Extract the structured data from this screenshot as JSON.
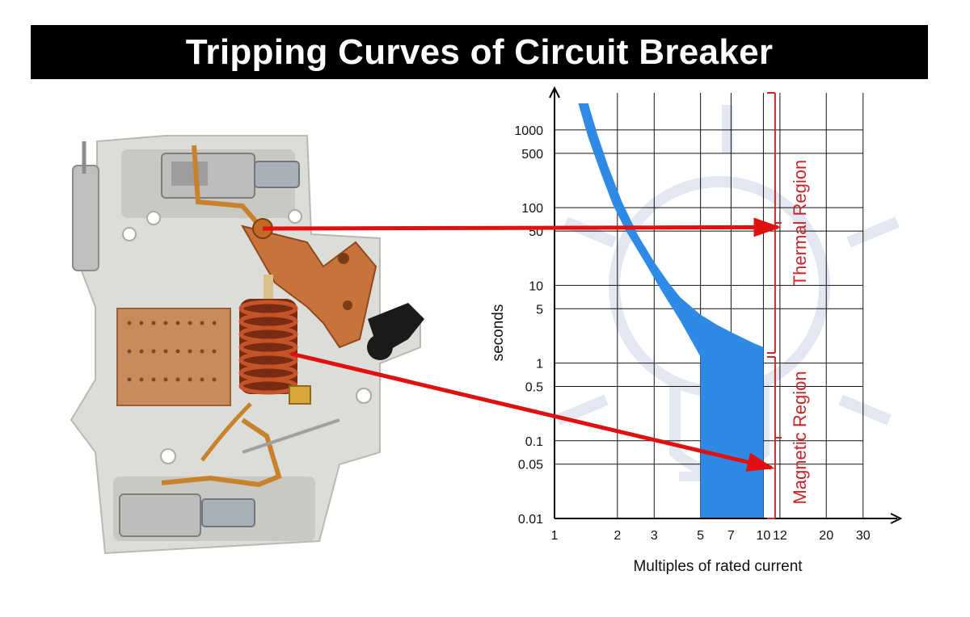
{
  "title": "Tripping Curves of Circuit Breaker",
  "colors": {
    "title_bg": "#000000",
    "title_text": "#ffffff",
    "curve_band": "#2f8ae6",
    "arrow": "#e01010",
    "region": "#c8262a",
    "grid": "#111111",
    "watermark": "#dfe4f0",
    "breaker_body": "#d9d9d6",
    "coil": "#9a3a18",
    "arc_chute": "#c98a5c"
  },
  "icons": {
    "watermark": "lightbulb-watermark-icon",
    "breaker": "circuit-breaker-cutaway-icon"
  },
  "chart_data": {
    "type": "area",
    "xlabel": "Multiples of rated current",
    "ylabel": "seconds",
    "x_scale": "log",
    "y_scale": "log",
    "xlim": [
      1,
      40
    ],
    "ylim": [
      0.01,
      3000
    ],
    "x_ticks": [
      1,
      2,
      3,
      5,
      7,
      10,
      12,
      20,
      30
    ],
    "x_tick_labels": [
      "1",
      "2",
      "3",
      "5",
      "7",
      "10",
      "12",
      "20",
      "30"
    ],
    "y_ticks": [
      0.01,
      0.05,
      0.1,
      0.5,
      1,
      5,
      10,
      50,
      100,
      500,
      1000
    ],
    "y_tick_labels": [
      "0.01",
      "0.05",
      "0.1",
      "0.5",
      "1",
      "5",
      "10",
      "50",
      "100",
      "500",
      "1000"
    ],
    "grid": true,
    "series": [
      {
        "upper": [
          {
            "x": 1.45,
            "y": 2200
          },
          {
            "x": 1.6,
            "y": 900
          },
          {
            "x": 1.8,
            "y": 350
          },
          {
            "x": 2.1,
            "y": 120
          },
          {
            "x": 2.5,
            "y": 45
          },
          {
            "x": 3,
            "y": 20
          },
          {
            "x": 3.5,
            "y": 11
          },
          {
            "x": 4,
            "y": 7
          },
          {
            "x": 5,
            "y": 4.2
          },
          {
            "x": 6,
            "y": 3.1
          },
          {
            "x": 7,
            "y": 2.5
          },
          {
            "x": 8,
            "y": 2.1
          },
          {
            "x": 9,
            "y": 1.8
          },
          {
            "x": 10,
            "y": 1.6
          }
        ],
        "lower": [
          {
            "x": 1.3,
            "y": 2200
          },
          {
            "x": 1.45,
            "y": 800
          },
          {
            "x": 1.65,
            "y": 300
          },
          {
            "x": 1.9,
            "y": 110
          },
          {
            "x": 2.2,
            "y": 50
          },
          {
            "x": 2.7,
            "y": 20
          },
          {
            "x": 3.3,
            "y": 8
          },
          {
            "x": 4,
            "y": 3.5
          },
          {
            "x": 5,
            "y": 1.2
          },
          {
            "x": 5,
            "y": 0.01
          },
          {
            "x": 10,
            "y": 0.01
          }
        ]
      }
    ],
    "annotations": [
      {
        "text": "Thermal Region",
        "y_from": 1.35,
        "y_to": 2200
      },
      {
        "text": "Magnetic Region",
        "y_from": 0.01,
        "y_to": 1.2
      }
    ],
    "arrows": [
      {
        "from": "bimetal strip",
        "to_x": 10,
        "to_y": 56
      },
      {
        "from": "solenoid coil",
        "to_x": 10,
        "to_y": 0.045
      }
    ]
  }
}
